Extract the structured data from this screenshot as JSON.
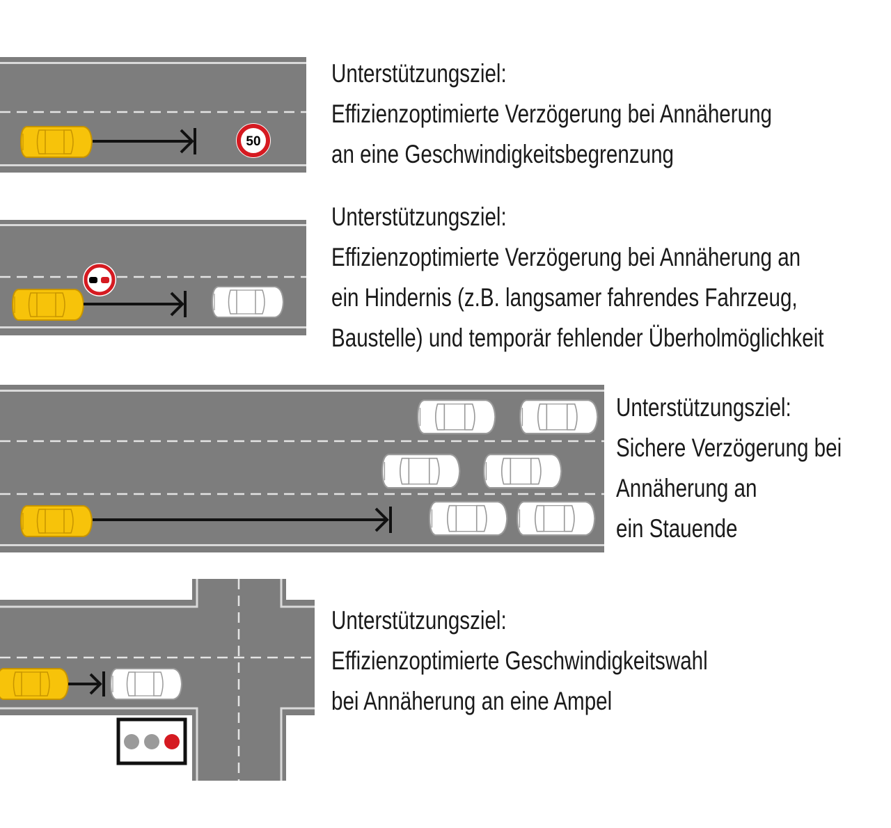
{
  "panels": [
    {
      "label": "Unterstützungsziel:",
      "lines": [
        "Effizienzoptimierte Verzögerung bei Annäherung",
        "an eine Geschwindigkeitsbegrenzung"
      ]
    },
    {
      "label": "Unterstützungsziel:",
      "lines": [
        "Effizienzoptimierte Verzögerung bei Annäherung an",
        "ein Hindernis (z.B. langsamer fahrendes Fahrzeug,",
        "Baustelle) und temporär fehlender Überholmöglichkeit"
      ]
    },
    {
      "label": "Unterstützungsziel:",
      "lines": [
        "Sichere Verzögerung bei",
        "Annäherung an",
        "ein Stauende"
      ]
    },
    {
      "label": "Unterstützungsziel:",
      "lines": [
        "Effizienzoptimierte Geschwindigkeitswahl",
        "bei Annäherung an eine Ampel"
      ]
    }
  ],
  "speed_sign": {
    "text": "50"
  },
  "colors": {
    "road": "#7d7d7d",
    "road_edge": "#d9d9d9",
    "ego_car": "#f7c30a",
    "other_car": "#ffffff",
    "sign_red": "#d51a21",
    "signal_red": "#d51a21",
    "signal_off": "#9a9a9a"
  },
  "icons": [
    "speed-limit-sign-icon",
    "no-overtaking-sign-icon",
    "traffic-light-icon",
    "arrow-icon",
    "car-icon"
  ]
}
